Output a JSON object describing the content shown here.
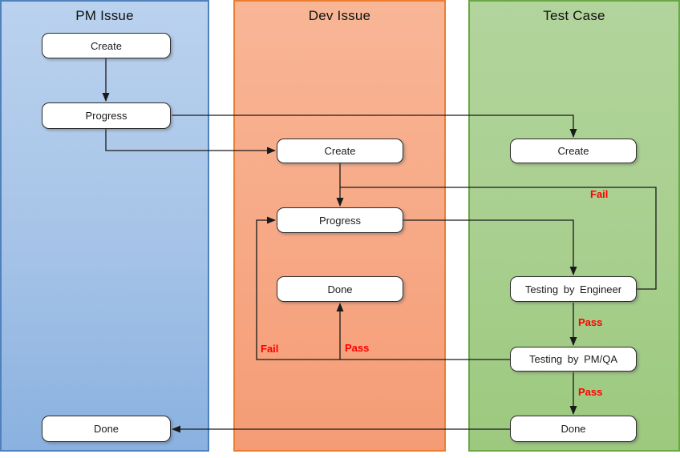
{
  "diagram": {
    "type": "swimlane-flowchart",
    "background": "#ffffff",
    "line_color": "#1a1a1a",
    "edge_label_color": "#ff0000",
    "node_fill": "#ffffff",
    "lanes": [
      {
        "title": "PM Issue",
        "fill_top": "#bad2ee",
        "fill_bottom": "#8ab1e0",
        "border": "#4f81bd"
      },
      {
        "title": "Dev Issue",
        "fill_top": "#f8b696",
        "fill_bottom": "#f49c75",
        "border": "#ed7d31"
      },
      {
        "title": "Test Case",
        "fill_top": "#b2d49d",
        "fill_bottom": "#9cc97e",
        "border": "#6ba743"
      }
    ],
    "nodes": [
      {
        "lane": "PM Issue",
        "label": "Create"
      },
      {
        "lane": "PM Issue",
        "label": "Progress"
      },
      {
        "lane": "PM Issue",
        "label": "Done"
      },
      {
        "lane": "Dev Issue",
        "label": "Create"
      },
      {
        "lane": "Dev Issue",
        "label": "Progress"
      },
      {
        "lane": "Dev Issue",
        "label": "Done"
      },
      {
        "lane": "Test Case",
        "label": "Create"
      },
      {
        "lane": "Test Case",
        "label": "Testing by Engineer"
      },
      {
        "lane": "Test Case",
        "label": "Testing by PM/QA"
      },
      {
        "lane": "Test Case",
        "label": "Done"
      }
    ],
    "edges": [
      {
        "from": "PM Issue Create",
        "to": "PM Issue Progress",
        "label": ""
      },
      {
        "from": "PM Issue Progress",
        "to": "Test Case Create",
        "label": ""
      },
      {
        "from": "PM Issue Progress",
        "to": "Dev Issue Create",
        "label": ""
      },
      {
        "from": "Dev Issue Create",
        "to": "Dev Issue Progress",
        "label": ""
      },
      {
        "from": "Testing by Engineer",
        "to": "Dev Issue Progress",
        "label": "Fail"
      },
      {
        "from": "Dev Issue Progress",
        "to": "Testing by Engineer",
        "label": ""
      },
      {
        "from": "Testing by Engineer",
        "to": "Testing by PM/QA",
        "label": "Pass"
      },
      {
        "from": "Testing by PM/QA",
        "to": "Test Case Done",
        "label": "Pass"
      },
      {
        "from": "Testing by PM/QA",
        "to": "Dev Issue Done",
        "label": "Pass"
      },
      {
        "from": "Testing by PM/QA",
        "to": "Dev Issue Progress",
        "label": "Fail"
      },
      {
        "from": "Test Case Done",
        "to": "PM Issue Done",
        "label": ""
      }
    ],
    "edge_labels": [
      {
        "text": "Fail"
      },
      {
        "text": "Pass"
      },
      {
        "text": "Pass"
      },
      {
        "text": "Pass"
      },
      {
        "text": "Fail"
      }
    ]
  }
}
